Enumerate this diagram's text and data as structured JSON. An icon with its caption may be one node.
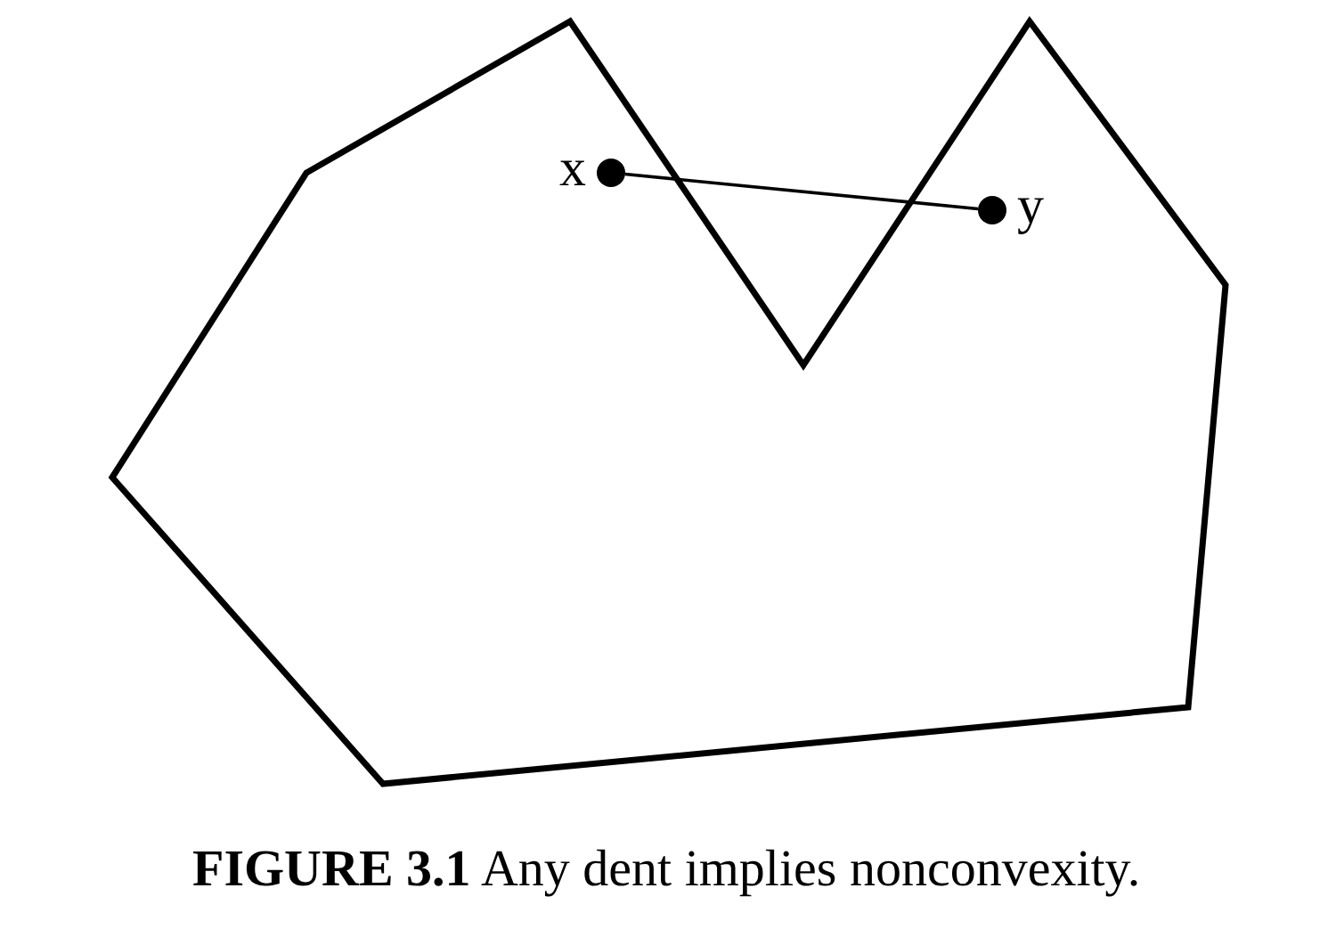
{
  "diagram": {
    "caption": "**FIGURE 3.1** Any dent implies nonconvexity.",
    "nodes": [
      {
        "text": [],
        "shape": "polygon"
      },
      {
        "text": [],
        "shape": "circle",
        "beside": [
          "x"
        ],
        "in": 0
      },
      {
        "text": [],
        "shape": "circle",
        "beside": [
          "y"
        ],
        "in": 0
      }
    ],
    "edges": [
      {
        "from": 1,
        "to": 2,
        "arrow": "none"
      }
    ]
  }
}
